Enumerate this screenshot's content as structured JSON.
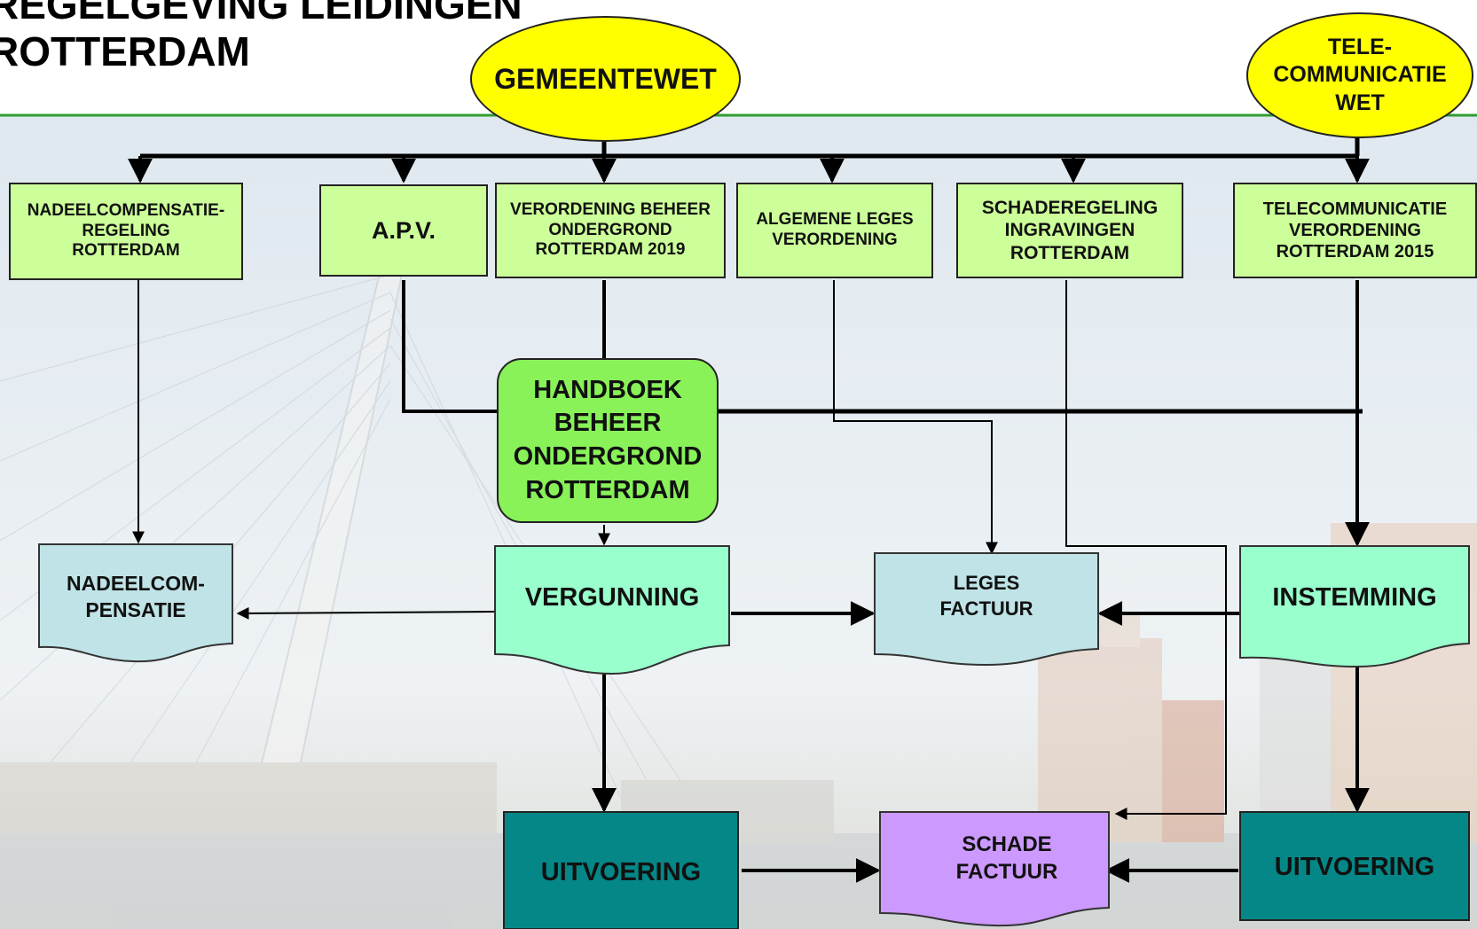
{
  "title": {
    "line1": "REGELGEVING LEIDINGEN",
    "line2": "ROTTERDAM"
  },
  "laws": {
    "gemeentewet": "GEMEENTEWET",
    "telecom": "TELE-\nCOMMUNICATIE\nWET"
  },
  "regulations": {
    "nadeel": "NADEELCOMPENSATIE-\nREGELING\nROTTERDAM",
    "apv": "A.P.V.",
    "verordening": "VERORDENING BEHEER\nONDERGROND\nROTTERDAM 2019",
    "leges": "ALGEMENE LEGES\nVERORDENING",
    "schade": "SCHADEREGELING\nINGRAVINGEN\nROTTERDAM",
    "telecom_verordening": "TELECOMMUNICATIE\nVERORDENING\nROTTERDAM 2015"
  },
  "handboek": "HANDBOEK\nBEHEER\nONDERGROND\nROTTERDAM",
  "documents": {
    "nadeelcompensatie": "NADEELCOM-\nPENSATIE",
    "vergunning": "VERGUNNING",
    "leges_factuur": "LEGES\nFACTUUR",
    "instemming": "INSTEMMING",
    "schade_factuur": "SCHADE\nFACTUUR"
  },
  "execution": {
    "uitvoering_left": "UITVOERING",
    "uitvoering_right": "UITVOERING"
  },
  "colors": {
    "law": "#ffff00",
    "regulation": "#ccff99",
    "handboek": "#88f258",
    "vergunning": "#99ffcc",
    "invoice": "#bfe3e6",
    "execution": "#058787",
    "schade_factuur": "#cc99ff",
    "header_rule": "#2e9e2e"
  }
}
